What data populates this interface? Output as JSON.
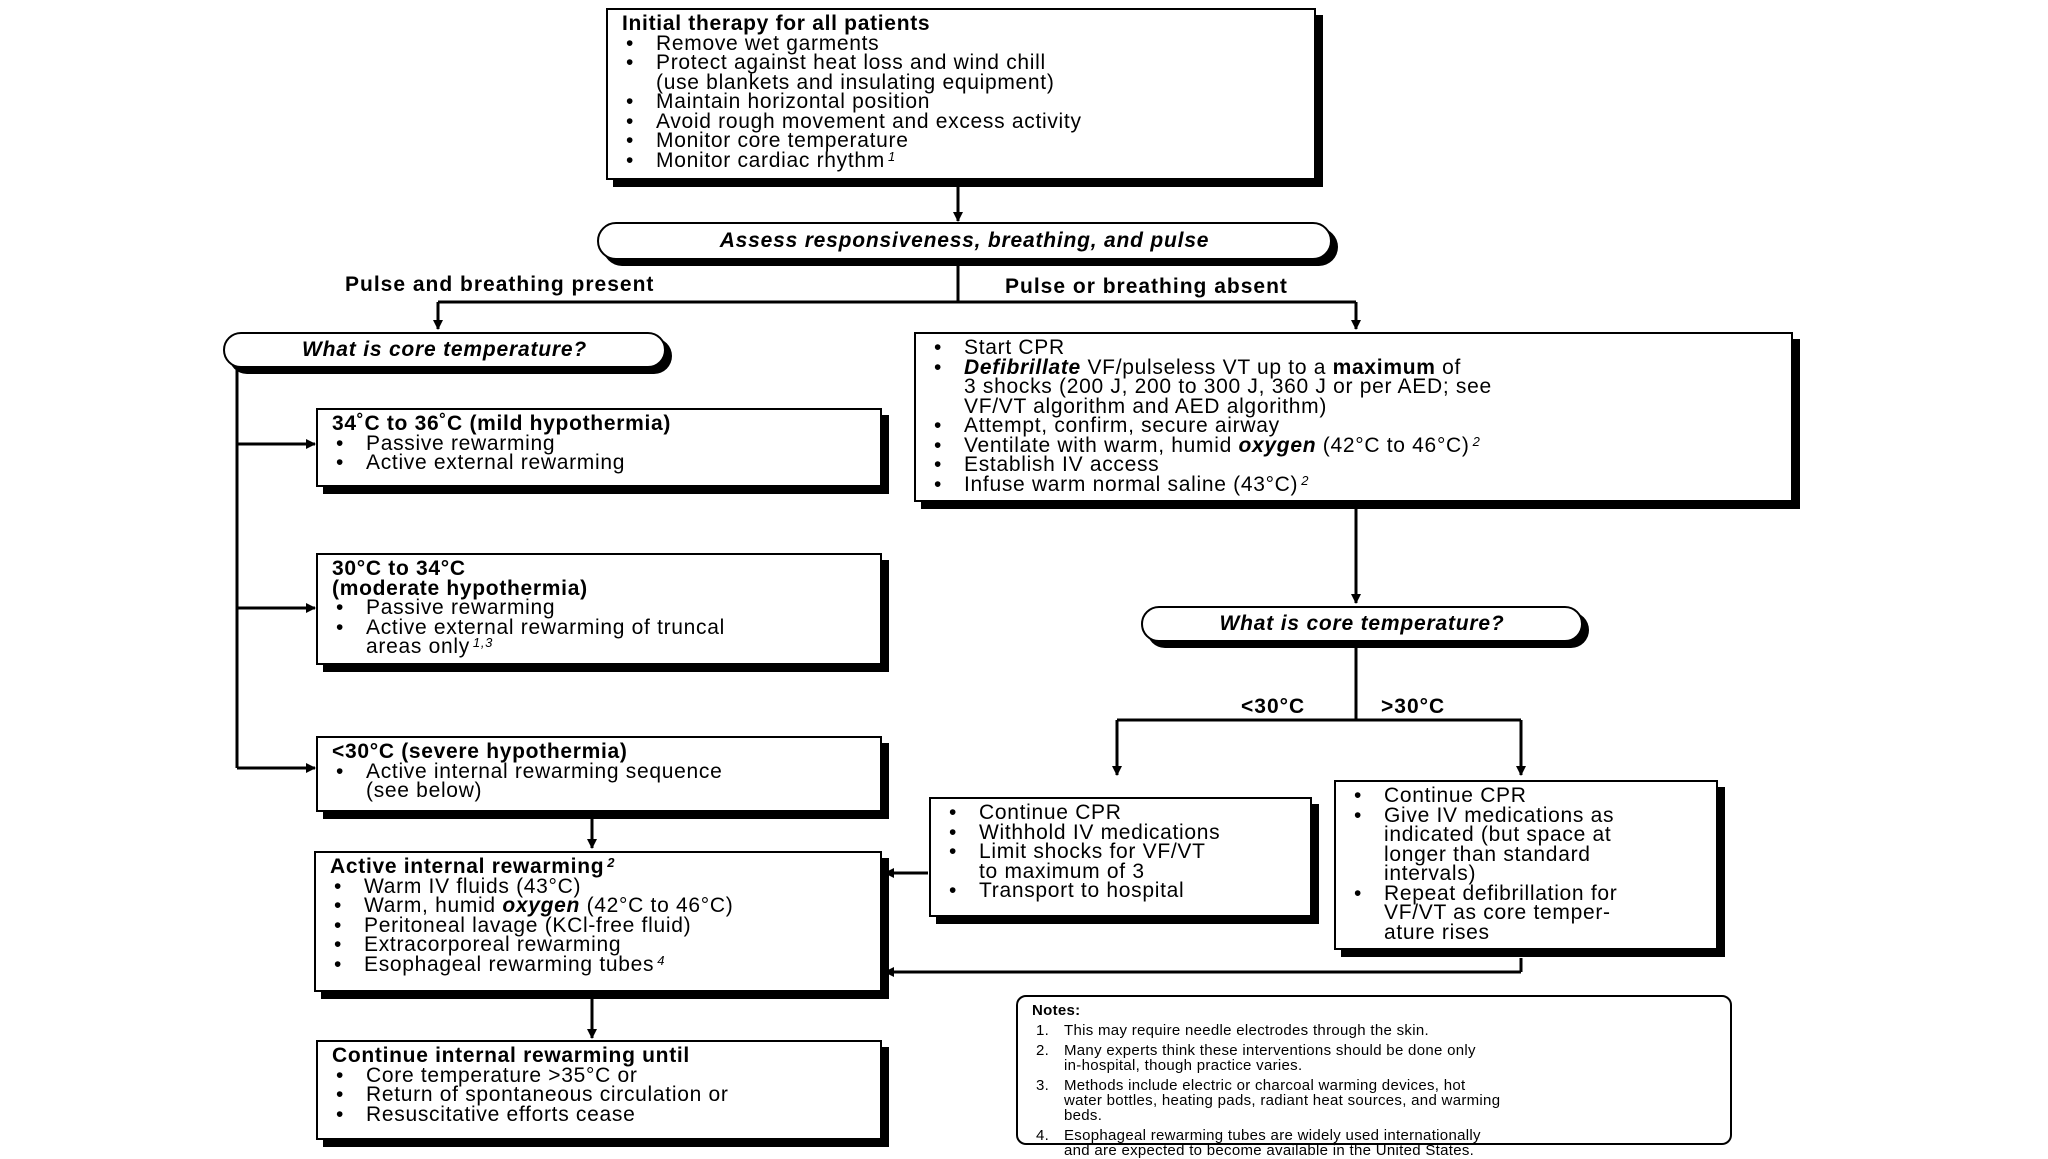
{
  "initial": {
    "title": "Initial therapy for all patients",
    "items": [
      "Remove wet garments",
      "Protect against heat loss and wind chill",
      "(use blankets and insulating equipment)",
      "Maintain horizontal position",
      "Avoid rough movement and excess activity",
      "Monitor core temperature",
      "Monitor cardiac rhythm"
    ],
    "rhythm_note": "1"
  },
  "assess": "Assess responsiveness, breathing, and pulse",
  "branch_left": "Pulse and breathing present",
  "branch_right": "Pulse or breathing absent",
  "core_temp_q": "What is core temperature?",
  "mild": {
    "title": "34˚C to 36˚C (mild hypothermia)",
    "items": [
      "Passive rewarming",
      "Active external rewarming"
    ]
  },
  "moderate": {
    "title_1": "30°C to 34°C",
    "title_2": "(moderate hypothermia)",
    "items": [
      "Passive rewarming",
      "Active external rewarming of truncal",
      "areas only"
    ],
    "note": "1,3"
  },
  "severe": {
    "title": "<30°C (severe hypothermia)",
    "items": [
      "Active internal rewarming sequence",
      "(see below)"
    ]
  },
  "aiw": {
    "title": "Active internal rewarming",
    "title_note": "2",
    "item1": "Warm IV fluids (43°C)",
    "item2_a": "Warm, humid ",
    "item2_b": "oxygen",
    "item2_c": " (42°C to 46°C)",
    "item3": "Peritoneal lavage (KCl-free fluid)",
    "item4": "Extracorporeal rewarming",
    "item5": "Esophageal rewarming tubes",
    "item5_note": "4"
  },
  "continue_irw": {
    "title": "Continue internal rewarming until",
    "items": [
      "Core temperature >35°C or",
      "Return of spontaneous circulation or",
      "Resuscitative efforts cease"
    ]
  },
  "cpr": {
    "item1": "Start CPR",
    "item2_a": "Defibrillate",
    "item2_b": " VF/pulseless VT up to a ",
    "item2_c": "maximum",
    "item2_d": " of",
    "item2_e": "3 shocks (200 J, 200 to 300 J, 360 J or per AED; see",
    "item2_f": "VF/VT algorithm and AED algorithm)",
    "item3": "Attempt, confirm, secure airway",
    "item4_a": "Ventilate with warm, humid ",
    "item4_b": "oxygen",
    "item4_c": " (42°C to 46°C)",
    "item4_note": "2",
    "item5": "Establish IV access",
    "item6": "Infuse warm normal saline (43°C)",
    "item6_note": "2"
  },
  "branch_lt30": "<30°C",
  "branch_gt30": ">30°C",
  "withhold": {
    "items": [
      "Continue CPR",
      "Withhold IV medications",
      "Limit shocks for VF/VT",
      "to maximum of 3",
      "Transport to hospital"
    ]
  },
  "give_iv": {
    "items": [
      "Continue CPR",
      "Give IV medications as",
      "indicated (but space at",
      "longer than standard",
      "intervals)",
      "Repeat defibrillation for",
      "VF/VT as core temper-",
      "ature rises"
    ]
  },
  "notes": {
    "title": "Notes:",
    "items": [
      {
        "num": "1.",
        "lines": [
          "This may require needle electrodes through the skin."
        ]
      },
      {
        "num": "2.",
        "lines": [
          "Many experts think these interventions should be done only",
          "in-hospital, though practice varies."
        ]
      },
      {
        "num": "3.",
        "lines": [
          "Methods include electric or charcoal warming devices, hot",
          "water bottles, heating pads, radiant heat sources, and warming",
          "beds."
        ]
      },
      {
        "num": "4.",
        "lines": [
          "Esophageal rewarming tubes are widely used internationally",
          "and are expected to become available in the United States."
        ]
      }
    ]
  }
}
